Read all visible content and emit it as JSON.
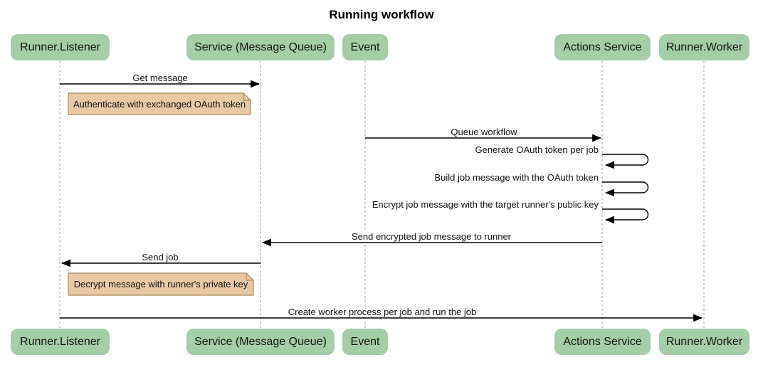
{
  "title": "Running workflow",
  "diagram_type": "sequence-diagram",
  "participants": [
    {
      "name": "Runner.Listener"
    },
    {
      "name": "Service (Message Queue)"
    },
    {
      "name": "Event"
    },
    {
      "name": "Actions Service"
    },
    {
      "name": "Runner.Worker"
    }
  ],
  "messages": [
    {
      "kind": "solid-arrow",
      "from": "Runner.Listener",
      "to": "Service (Message Queue)",
      "label": "Get message"
    },
    {
      "kind": "note",
      "over": "Runner.Listener",
      "label": "Authenticate with exchanged OAuth token"
    },
    {
      "kind": "solid-arrow",
      "from": "Event",
      "to": "Actions Service",
      "label": "Queue workflow"
    },
    {
      "kind": "self-arrow",
      "from": "Actions Service",
      "to": "Actions Service",
      "label": "Generate OAuth token per job"
    },
    {
      "kind": "self-arrow",
      "from": "Actions Service",
      "to": "Actions Service",
      "label": "Build job message with the OAuth token"
    },
    {
      "kind": "self-arrow",
      "from": "Actions Service",
      "to": "Actions Service",
      "label": "Encrypt job message with the target runner's public key"
    },
    {
      "kind": "solid-arrow",
      "from": "Actions Service",
      "to": "Service (Message Queue)",
      "label": "Send encrypted job message to runner"
    },
    {
      "kind": "solid-arrow",
      "from": "Service (Message Queue)",
      "to": "Runner.Listener",
      "label": "Send job"
    },
    {
      "kind": "note",
      "over": "Runner.Listener",
      "label": "Decrypt message with runner's private key"
    },
    {
      "kind": "solid-arrow",
      "from": "Runner.Listener",
      "to": "Runner.Worker",
      "label": "Create worker process per job and run the job"
    }
  ],
  "colors": {
    "background": "#FFFFFF",
    "actor_fill": "#A3CEA6",
    "actor_text": "#141414",
    "note_fill": "#E8C9A3",
    "note_border": "#A9885B",
    "lifeline": "#9E9E9E",
    "arrow": "#000000",
    "label_text": "#111111"
  }
}
